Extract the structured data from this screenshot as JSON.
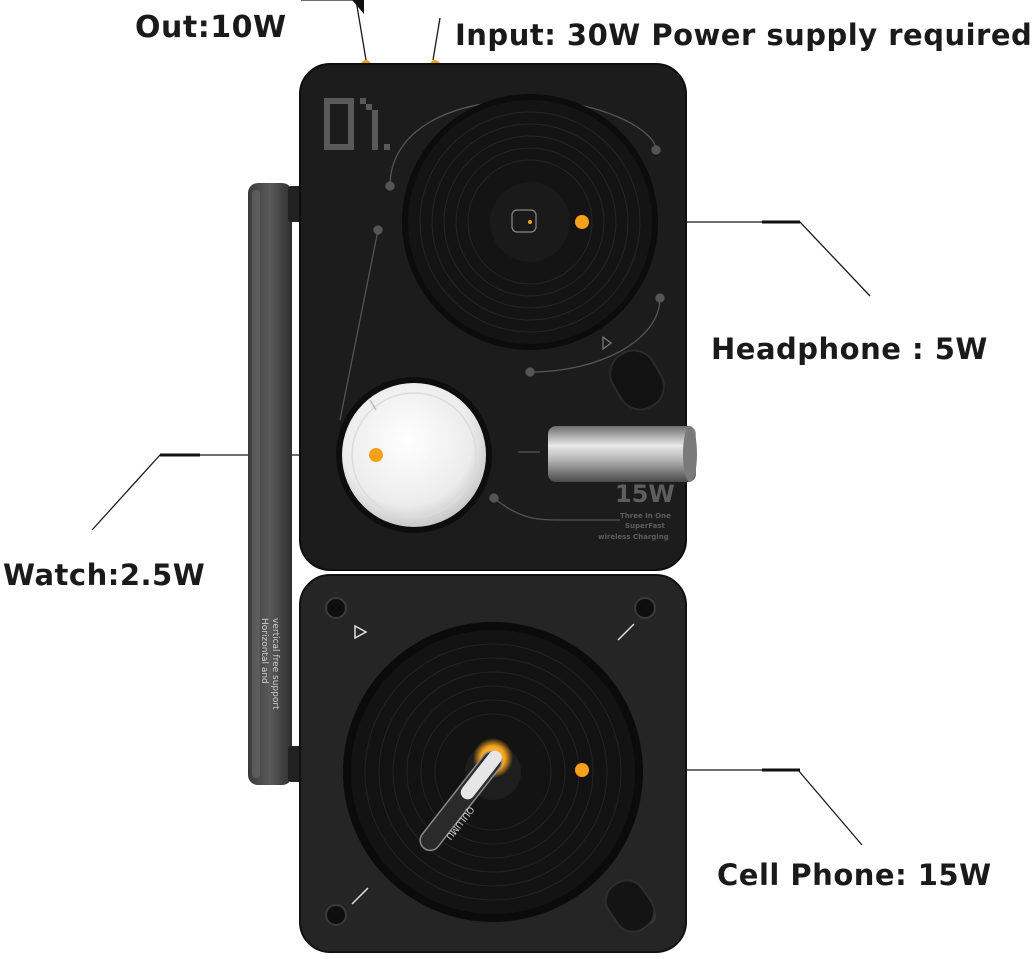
{
  "callouts": {
    "output": "Out:10W",
    "input": "Input: 30W Power supply required",
    "headphone": "Headphone : 5W",
    "watch": "Watch:2.5W",
    "cell_phone": "Cell Phone: 15W"
  },
  "device": {
    "top_panel": {
      "number_mark": "01",
      "wattage_badge": "15W",
      "tagline": [
        "Three In One",
        "SuperFast",
        "wireless Charging"
      ]
    },
    "stand_text": [
      "Horizontal and",
      "vertical free support"
    ],
    "brand_text": "QULUMU"
  },
  "colors": {
    "accent_orange": "#f5a21a",
    "device_body": "#1b1b1b",
    "label_text": "#1a1a1a"
  }
}
